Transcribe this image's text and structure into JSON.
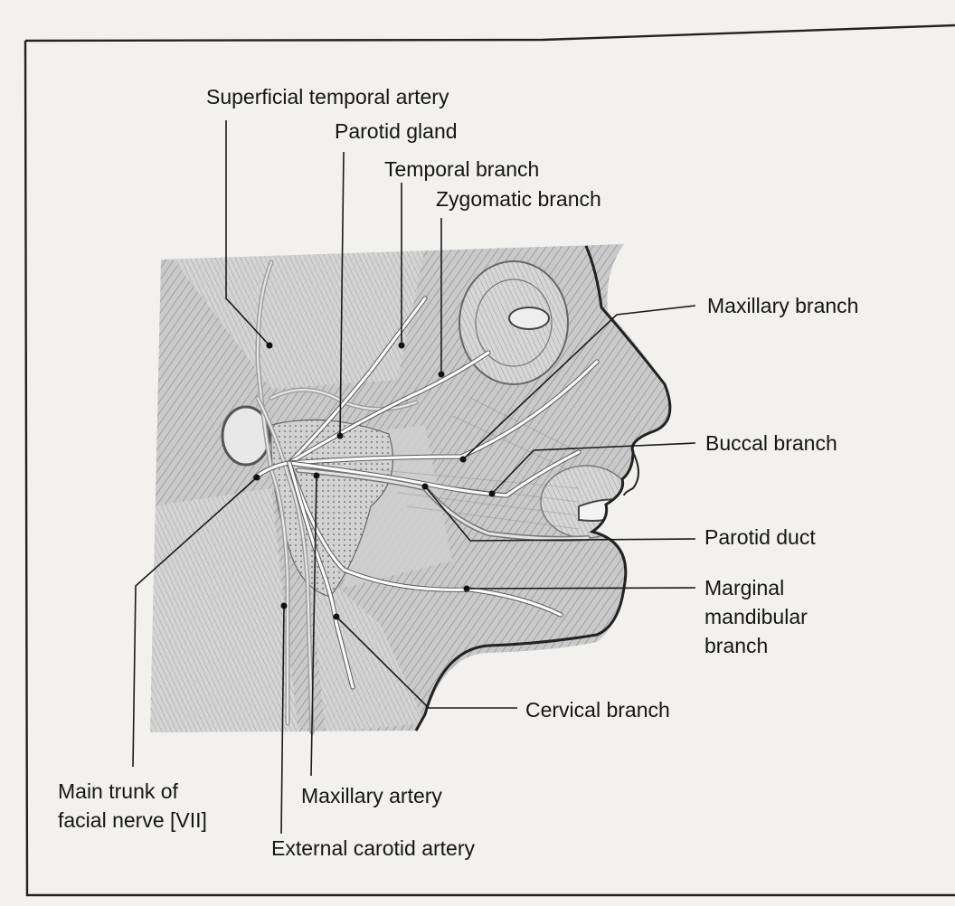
{
  "labels": {
    "superficial_temporal_artery": "Superficial temporal artery",
    "parotid_gland": "Parotid gland",
    "temporal_branch": "Temporal branch",
    "zygomatic_branch": "Zygomatic branch",
    "maxillary_branch": "Maxillary branch",
    "buccal_branch": "Buccal branch",
    "parotid_duct": "Parotid duct",
    "marginal_mandibular_branch": [
      "Marginal",
      "mandibular",
      "branch"
    ],
    "cervical_branch": "Cervical branch",
    "main_trunk_facial_nerve": [
      "Main trunk of",
      "facial nerve [VII]"
    ],
    "maxillary_artery": "Maxillary artery",
    "external_carotid_artery": "External carotid artery"
  }
}
